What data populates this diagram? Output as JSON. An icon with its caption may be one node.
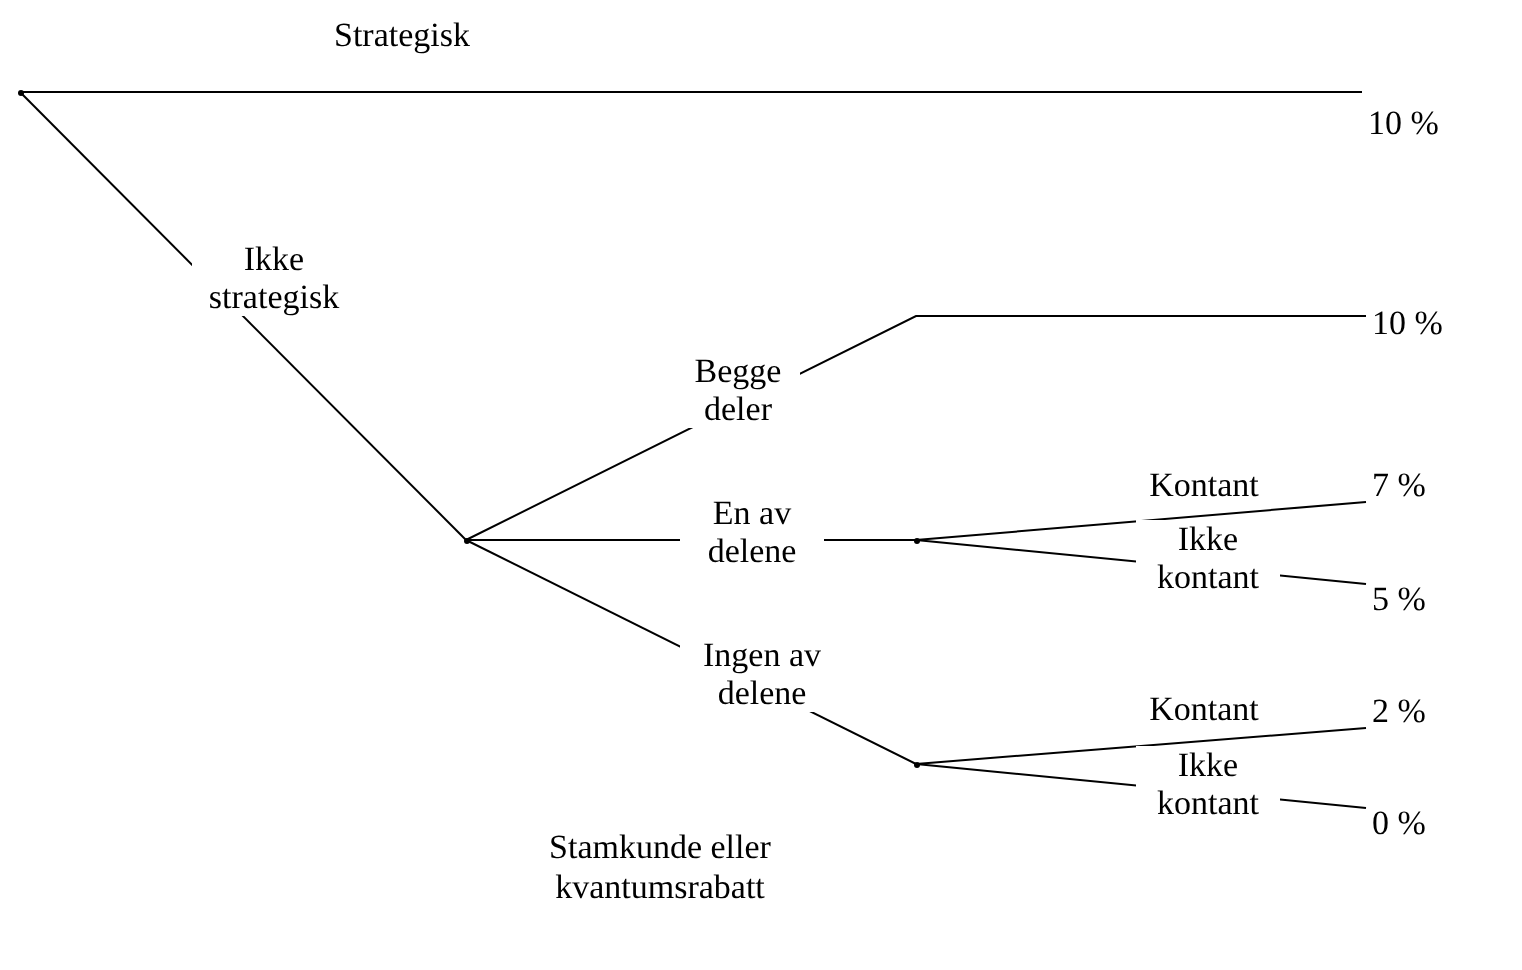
{
  "diagram": {
    "nodes": [
      {
        "text": [],
        "shape": "point"
      },
      {
        "text": [
          "10 %"
        ]
      },
      {
        "text": [],
        "shape": "point"
      },
      {
        "text": [
          "10 %"
        ]
      },
      {
        "text": [],
        "shape": "point"
      },
      {
        "text": [
          "7 %"
        ]
      },
      {
        "text": [
          "5 %"
        ]
      },
      {
        "text": [],
        "shape": "point"
      },
      {
        "text": [
          "2 %"
        ]
      },
      {
        "text": [
          "0 %"
        ]
      }
    ],
    "edges": [
      {
        "from": 0,
        "to": 1,
        "arrow": "none",
        "label": "Strategisk"
      },
      {
        "from": 0,
        "to": 2,
        "arrow": "none",
        "label": "Ikke strategisk"
      },
      {
        "from": 2,
        "to": 3,
        "arrow": "none",
        "label": "Begge deler"
      },
      {
        "from": 2,
        "to": 4,
        "arrow": "none",
        "label": "En av delene"
      },
      {
        "from": 4,
        "to": 5,
        "arrow": "none",
        "label": "Kontant"
      },
      {
        "from": 4,
        "to": 6,
        "arrow": "none",
        "label": "Ikke kontant"
      },
      {
        "from": 2,
        "to": 7,
        "arrow": "none",
        "label": "Ingen av delene"
      },
      {
        "from": 7,
        "to": 8,
        "arrow": "none",
        "label": "Kontant"
      },
      {
        "from": 7,
        "to": 9,
        "arrow": "none",
        "label": "Ikke kontant"
      }
    ],
    "labels": [
      "Stamkunde eller kvantumsrabatt"
    ]
  }
}
